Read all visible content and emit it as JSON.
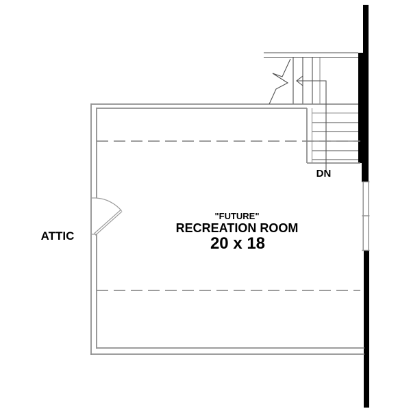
{
  "title": "Attic floor plan with future recreation room",
  "labels": {
    "attic": "ATTIC",
    "future": "\"FUTURE\"",
    "room_name": "RECREATION ROOM",
    "room_size": "20 x 18",
    "stairs_down": "DN"
  },
  "colors": {
    "background": "#ffffff",
    "wall_line": "#8e8e8e",
    "detail_line": "#4f4f4f",
    "dashed_line": "#7d7d7d",
    "solid_wall": "#000000",
    "text": "#000000"
  }
}
